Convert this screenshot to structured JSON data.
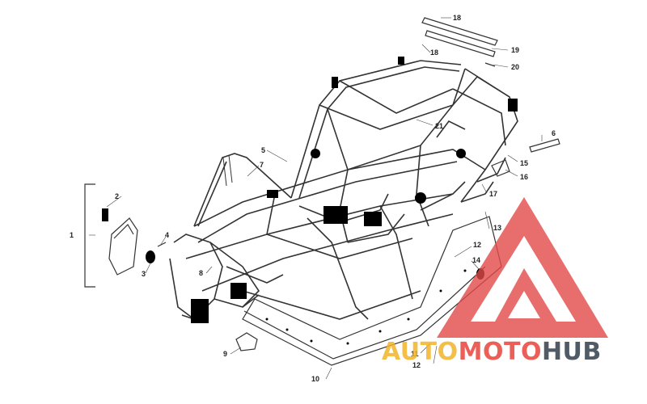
{
  "diagram": {
    "callouts": [
      "1",
      "2",
      "3",
      "4",
      "5",
      "6",
      "7",
      "8",
      "9",
      "10",
      "11",
      "12",
      "12",
      "13",
      "14",
      "15",
      "16",
      "17",
      "18",
      "18",
      "19",
      "20",
      "21"
    ]
  },
  "watermark": {
    "text": "AUTOMOTOHUB",
    "parts": [
      "AUTO",
      "MOTO",
      "HUB"
    ],
    "colors": {
      "auto": "#f1b52a",
      "moto": "#e8443b",
      "hub": "#3f4a55",
      "triangle": "#e34a4a"
    }
  },
  "colors": {
    "line": "#333333",
    "background": "#ffffff"
  }
}
